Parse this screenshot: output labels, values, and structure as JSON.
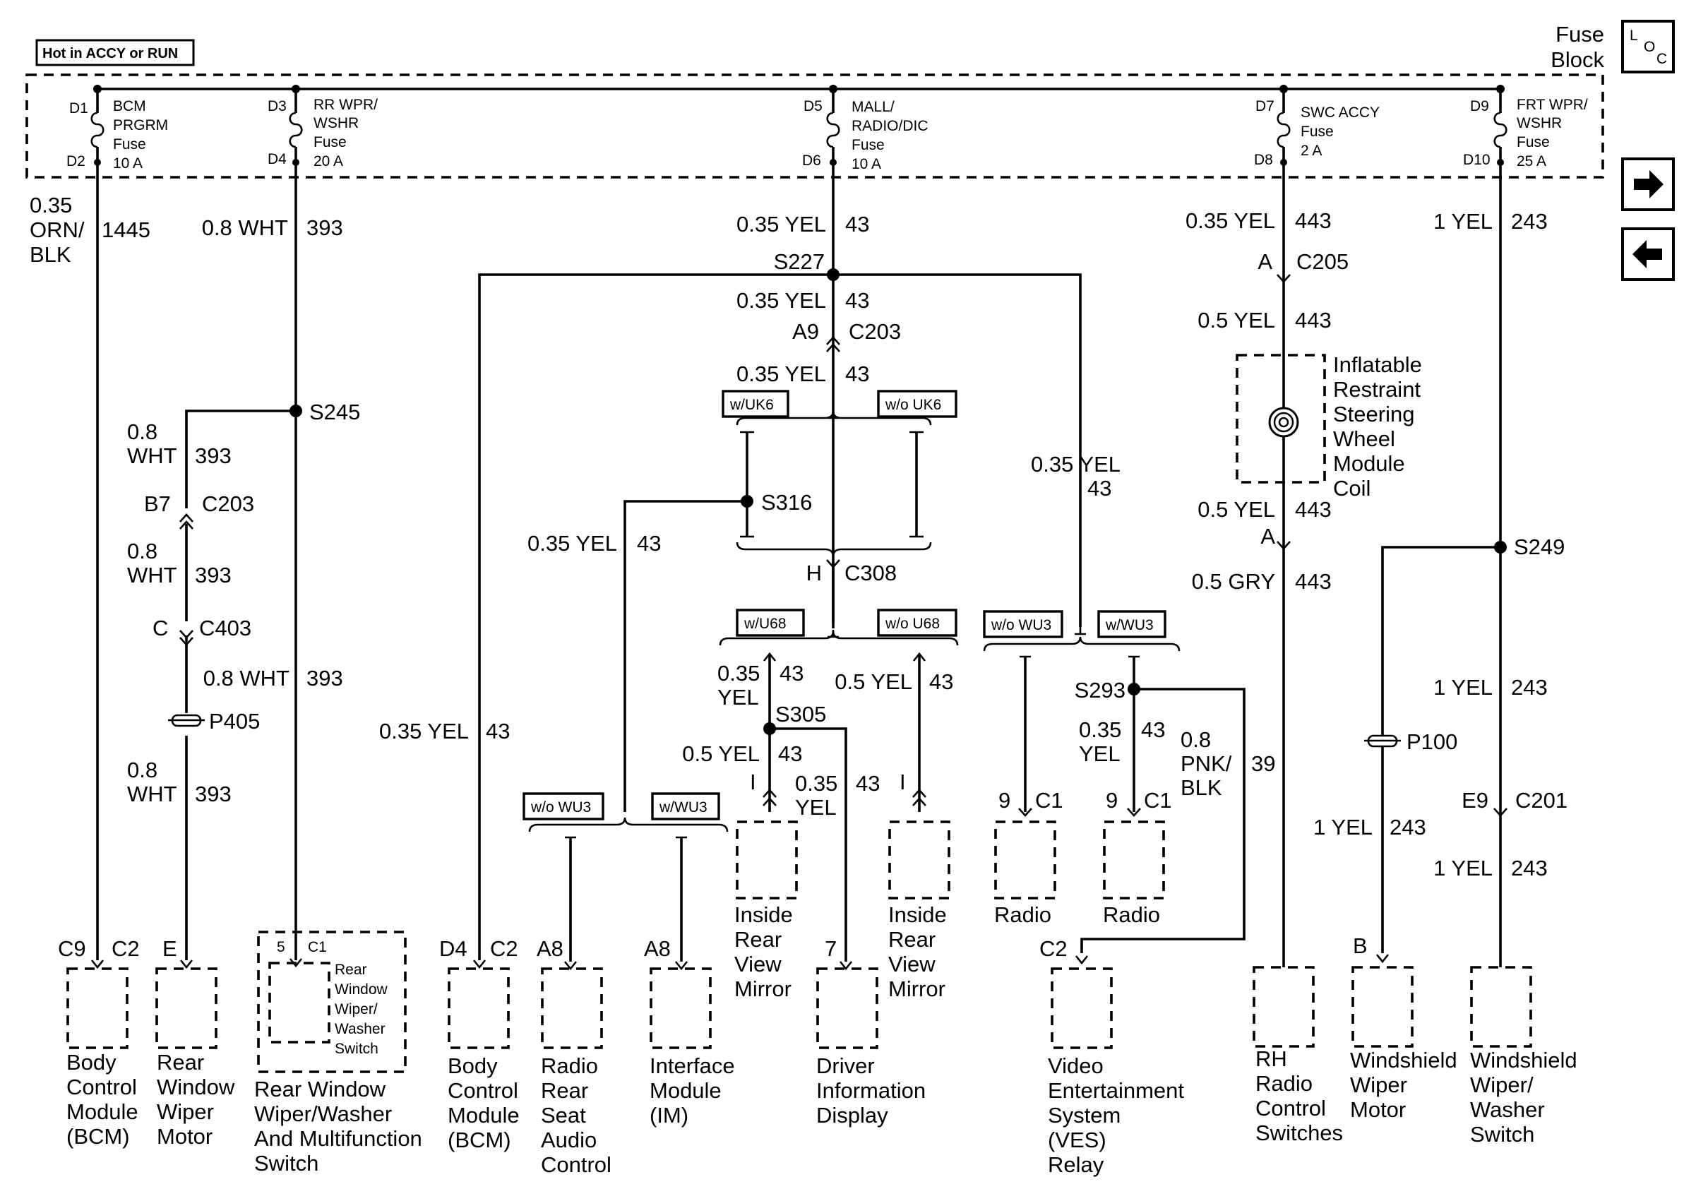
{
  "diagram": {
    "hot_label": "Hot in ACCY or RUN",
    "fuse_block": {
      "line1": "Fuse",
      "line2": "Block"
    },
    "loc_icon": {
      "l": "L",
      "o": "O",
      "c": "C"
    },
    "nav": {
      "forward_icon": "arrow-right-icon",
      "back_icon": "arrow-left-icon"
    },
    "fuses": [
      {
        "in": "D1",
        "out": "D2",
        "lines": [
          "BCM",
          "PRGRM",
          "Fuse",
          "10 A"
        ]
      },
      {
        "in": "D3",
        "out": "D4",
        "lines": [
          "RR WPR/",
          "WSHR",
          "Fuse",
          "20 A"
        ]
      },
      {
        "in": "D5",
        "out": "D6",
        "lines": [
          "MALL/",
          "RADIO/DIC",
          "Fuse",
          "10 A"
        ]
      },
      {
        "in": "D7",
        "out": "D8",
        "lines": [
          "SWC ACCY",
          "Fuse",
          "2 A"
        ]
      },
      {
        "in": "D9",
        "out": "D10",
        "lines": [
          "FRT WPR/",
          "WSHR",
          "Fuse",
          "25 A"
        ]
      }
    ],
    "wires": [
      {
        "size": "0.35",
        "color": "ORN/",
        "color2": "BLK",
        "circuit": "1445"
      },
      {
        "label": "0.8 WHT",
        "circuit": "393"
      },
      {
        "label": "0.8",
        "label2": "WHT",
        "circuit": "393"
      },
      {
        "label": "0.8",
        "label2": "WHT",
        "circuit": "393"
      },
      {
        "label": "0.8 WHT",
        "circuit": "393"
      },
      {
        "label": "0.8",
        "label2": "WHT",
        "circuit": "393"
      },
      {
        "label": "0.35 YEL",
        "circuit": "43"
      },
      {
        "label": "0.35 YEL",
        "circuit": "43"
      },
      {
        "label": "0.35 YEL",
        "circuit": "43"
      },
      {
        "label": "0.35 YEL",
        "circuit": "43"
      },
      {
        "label": "0.35",
        "label2": "YEL",
        "circuit": "43"
      },
      {
        "label": "0.35 YEL",
        "circuit": "43"
      },
      {
        "label": "0.35",
        "label2": "YEL",
        "circuit": "43"
      },
      {
        "label": "0.5 YEL",
        "circuit": "43"
      },
      {
        "label": "0.5 YEL",
        "circuit": "43"
      },
      {
        "label": "0.35",
        "label2": "YEL",
        "circuit": "43"
      },
      {
        "label": "0.35",
        "label2": "YEL",
        "circuit": "43"
      },
      {
        "label": "0.8",
        "label2": "PNK/",
        "label3": "BLK",
        "circuit": "39"
      },
      {
        "label": "0.35 YEL",
        "circuit": "443"
      },
      {
        "label": "0.5 YEL",
        "circuit": "443"
      },
      {
        "label": "0.5 YEL",
        "circuit": "443"
      },
      {
        "label": "0.5 GRY",
        "circuit": "443"
      },
      {
        "label": "1 YEL",
        "circuit": "243"
      },
      {
        "label": "1 YEL",
        "circuit": "243"
      },
      {
        "label": "1 YEL",
        "circuit": "243"
      },
      {
        "label": "1 YEL",
        "circuit": "243"
      },
      {
        "label": "0.35 YEL",
        "circuit": "43"
      }
    ],
    "splices": [
      "S245",
      "S227",
      "S316",
      "S305",
      "S293",
      "S249"
    ],
    "connectors": {
      "b7": "B7",
      "c203a": "C203",
      "c": "C",
      "c403": "C403",
      "p405": "P405",
      "a9": "A9",
      "c203b": "C203",
      "h": "H",
      "c308": "C308",
      "a_c205": "A",
      "c205": "C205",
      "a2": "A",
      "p100": "P100",
      "e9": "E9",
      "c201": "C201"
    },
    "options": {
      "wuk6": "w/UK6",
      "wouk6": "w/o UK6",
      "wu68": "w/U68",
      "wou68": "w/o U68",
      "wowu3_left": "w/o WU3",
      "wwu3_left": "w/WU3",
      "wowu3_right": "w/o WU3",
      "wwu3_right": "w/WU3"
    },
    "pins": {
      "c9": "C9",
      "c2a": "C2",
      "e": "E",
      "five": "5",
      "c1a": "C1",
      "d4": "D4",
      "c2b": "C2",
      "a8a": "A8",
      "a8b": "A8",
      "i1": "I",
      "i2": "I",
      "seven": "7",
      "nine1": "9",
      "c1b": "C1",
      "nine2": "9",
      "c1c": "C1",
      "c2c": "C2",
      "b": "B"
    },
    "components": [
      {
        "lines": [
          "Body",
          "Control",
          "Module",
          "(BCM)"
        ]
      },
      {
        "lines": [
          "Rear",
          "Window",
          "Wiper",
          "Motor"
        ]
      },
      {
        "lines": [
          "Rear Window",
          "Wiper/Washer",
          "And Multifunction",
          "Switch"
        ]
      },
      {
        "lines": [
          "Rear",
          "Window",
          "Wiper/",
          "Washer",
          "Switch"
        ]
      },
      {
        "lines": [
          "Body",
          "Control",
          "Module",
          "(BCM)"
        ]
      },
      {
        "lines": [
          "Radio",
          "Rear",
          "Seat",
          "Audio",
          "Control"
        ]
      },
      {
        "lines": [
          "Interface",
          "Module",
          "(IM)"
        ]
      },
      {
        "lines": [
          "Inside",
          "Rear",
          "View",
          "Mirror"
        ]
      },
      {
        "lines": [
          "Driver",
          "Information",
          "Display"
        ]
      },
      {
        "lines": [
          "Inside",
          "Rear",
          "View",
          "Mirror"
        ]
      },
      {
        "lines": [
          "Radio"
        ]
      },
      {
        "lines": [
          "Radio"
        ]
      },
      {
        "lines": [
          "Video",
          "Entertainment",
          "System",
          "(VES)",
          "Relay"
        ]
      },
      {
        "lines": [
          "Inflatable",
          "Restraint",
          "Steering",
          "Wheel",
          "Module",
          "Coil"
        ]
      },
      {
        "lines": [
          "RH",
          "Radio",
          "Control",
          "Switches"
        ]
      },
      {
        "lines": [
          "Windshield",
          "Wiper",
          "Motor"
        ]
      },
      {
        "lines": [
          "Windshield",
          "Wiper/",
          "Washer",
          "Switch"
        ]
      }
    ]
  }
}
